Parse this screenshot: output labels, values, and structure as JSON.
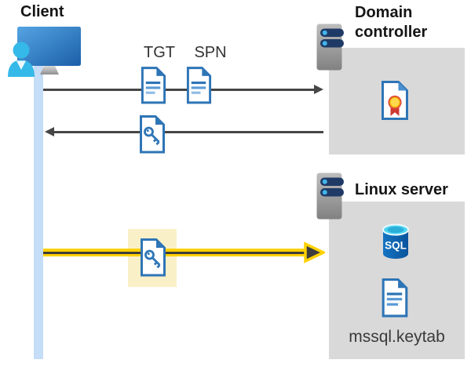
{
  "diagram": {
    "client": {
      "label": "Client"
    },
    "domain_controller": {
      "label": "Domain controller"
    },
    "linux_server": {
      "label": "Linux server"
    },
    "tickets": {
      "tgt_label": "TGT",
      "spn_label": "SPN"
    },
    "sql_database": {
      "badge": "SQL"
    },
    "keytab": {
      "label": "mssql.keytab"
    },
    "colors": {
      "document_blue": "#2E75B6",
      "arrow_gray": "#464646",
      "service_arrow_yellow": "#FFD100",
      "highlight_yellow": "#FAF0C8",
      "container_gray": "#D9D9D9",
      "lifeline_blue": "#C5DDF6",
      "sql_blue": "#0F63B5",
      "person_cyan": "#35B9E9"
    }
  }
}
